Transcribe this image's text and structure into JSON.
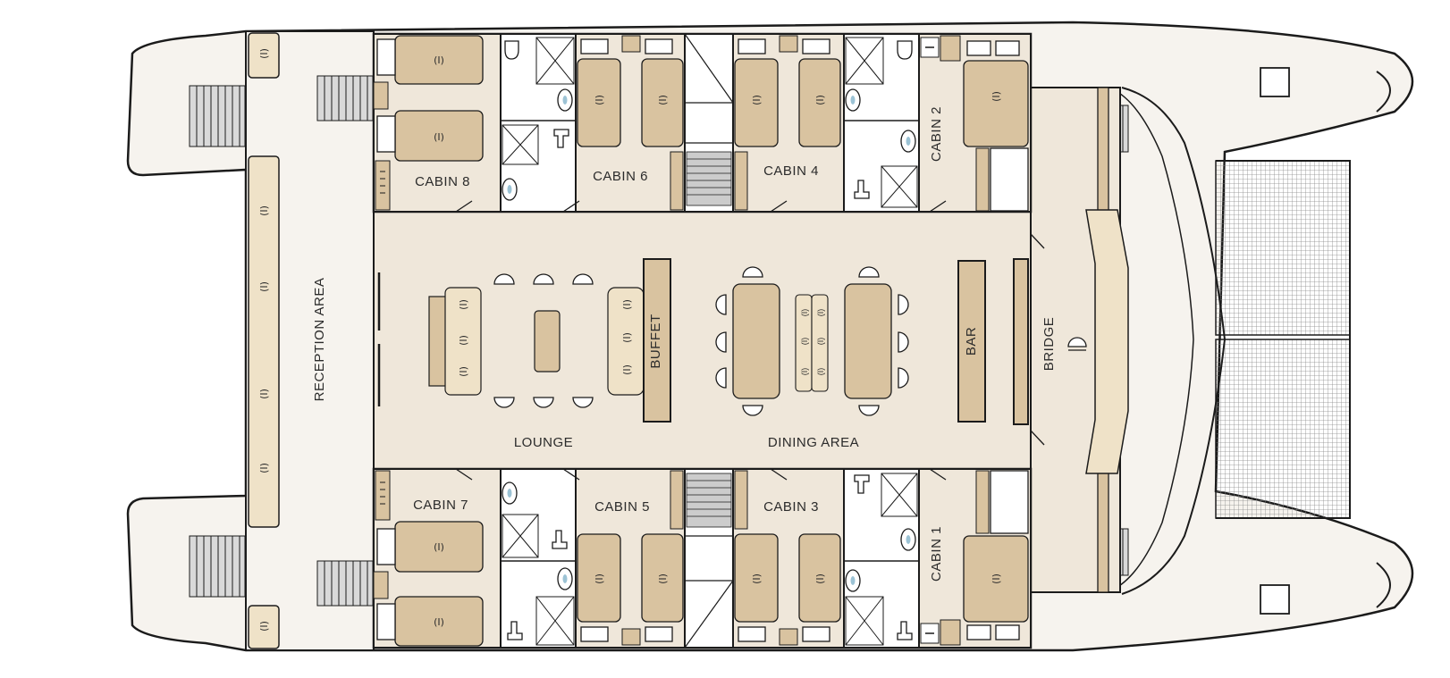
{
  "colors": {
    "hull": "#f6f3ee",
    "floor": "#efe7da",
    "furniture": "#d9c3a0",
    "accent": "#e6d3b2",
    "wall": "#1b1b1b",
    "stair": "#bfbfbf",
    "net": "#8a8a8a"
  },
  "labels": {
    "reception": "RECEPTION AREA",
    "lounge": "LOUNGE",
    "dining": "DINING AREA",
    "buffet": "BUFFET",
    "bar": "BAR",
    "bridge": "BRIDGE"
  },
  "cabins": {
    "c1": "CABIN 1",
    "c2": "CABIN 2",
    "c3": "CABIN 3",
    "c4": "CABIN 4",
    "c5": "CABIN 5",
    "c6": "CABIN 6",
    "c7": "CABIN 7",
    "c8": "CABIN 8"
  },
  "pillow_mark": "(I)"
}
